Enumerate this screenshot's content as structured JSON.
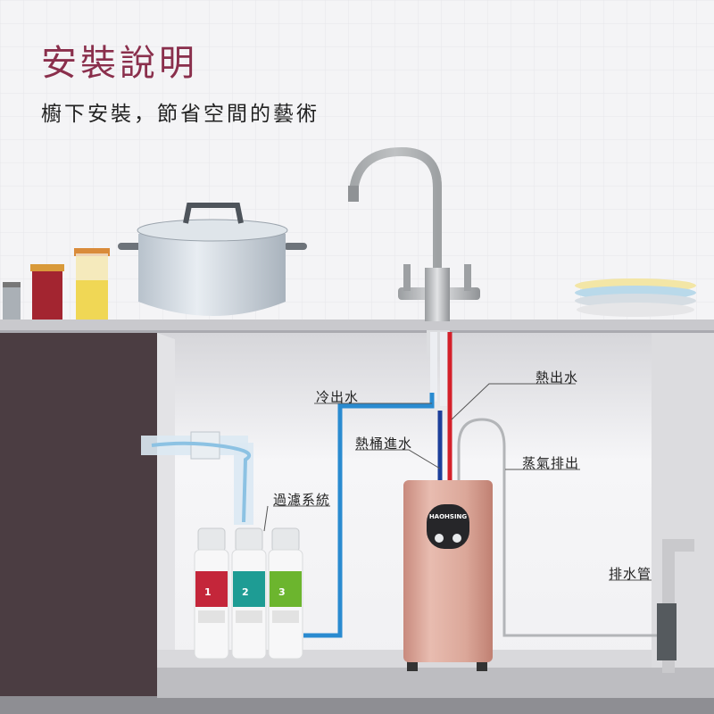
{
  "header": {
    "title": "安裝說明",
    "subtitle": "櫥下安裝，節省空間的藝術"
  },
  "labels": {
    "hot_out": "熱出水",
    "cold_out": "冷出水",
    "tank_in": "熱桶進水",
    "steam_out": "蒸氣排出",
    "filter_system": "過濾系統",
    "drain_pipe": "排水管"
  },
  "heater": {
    "brand_logo": "HAOHSING"
  },
  "filters": [
    {
      "number": "1",
      "color": "#c4263a"
    },
    {
      "number": "2",
      "color": "#1e9c94"
    },
    {
      "number": "3",
      "color": "#6cb52e"
    }
  ],
  "colors": {
    "title": "#8a2f4c",
    "hot_pipe": "#d4202a",
    "cold_pipe": "#1d3f9a",
    "filtered_pipe": "#2a8bd0",
    "heater_body": "#d9a596",
    "cabinet_dark": "#4b3d42"
  }
}
